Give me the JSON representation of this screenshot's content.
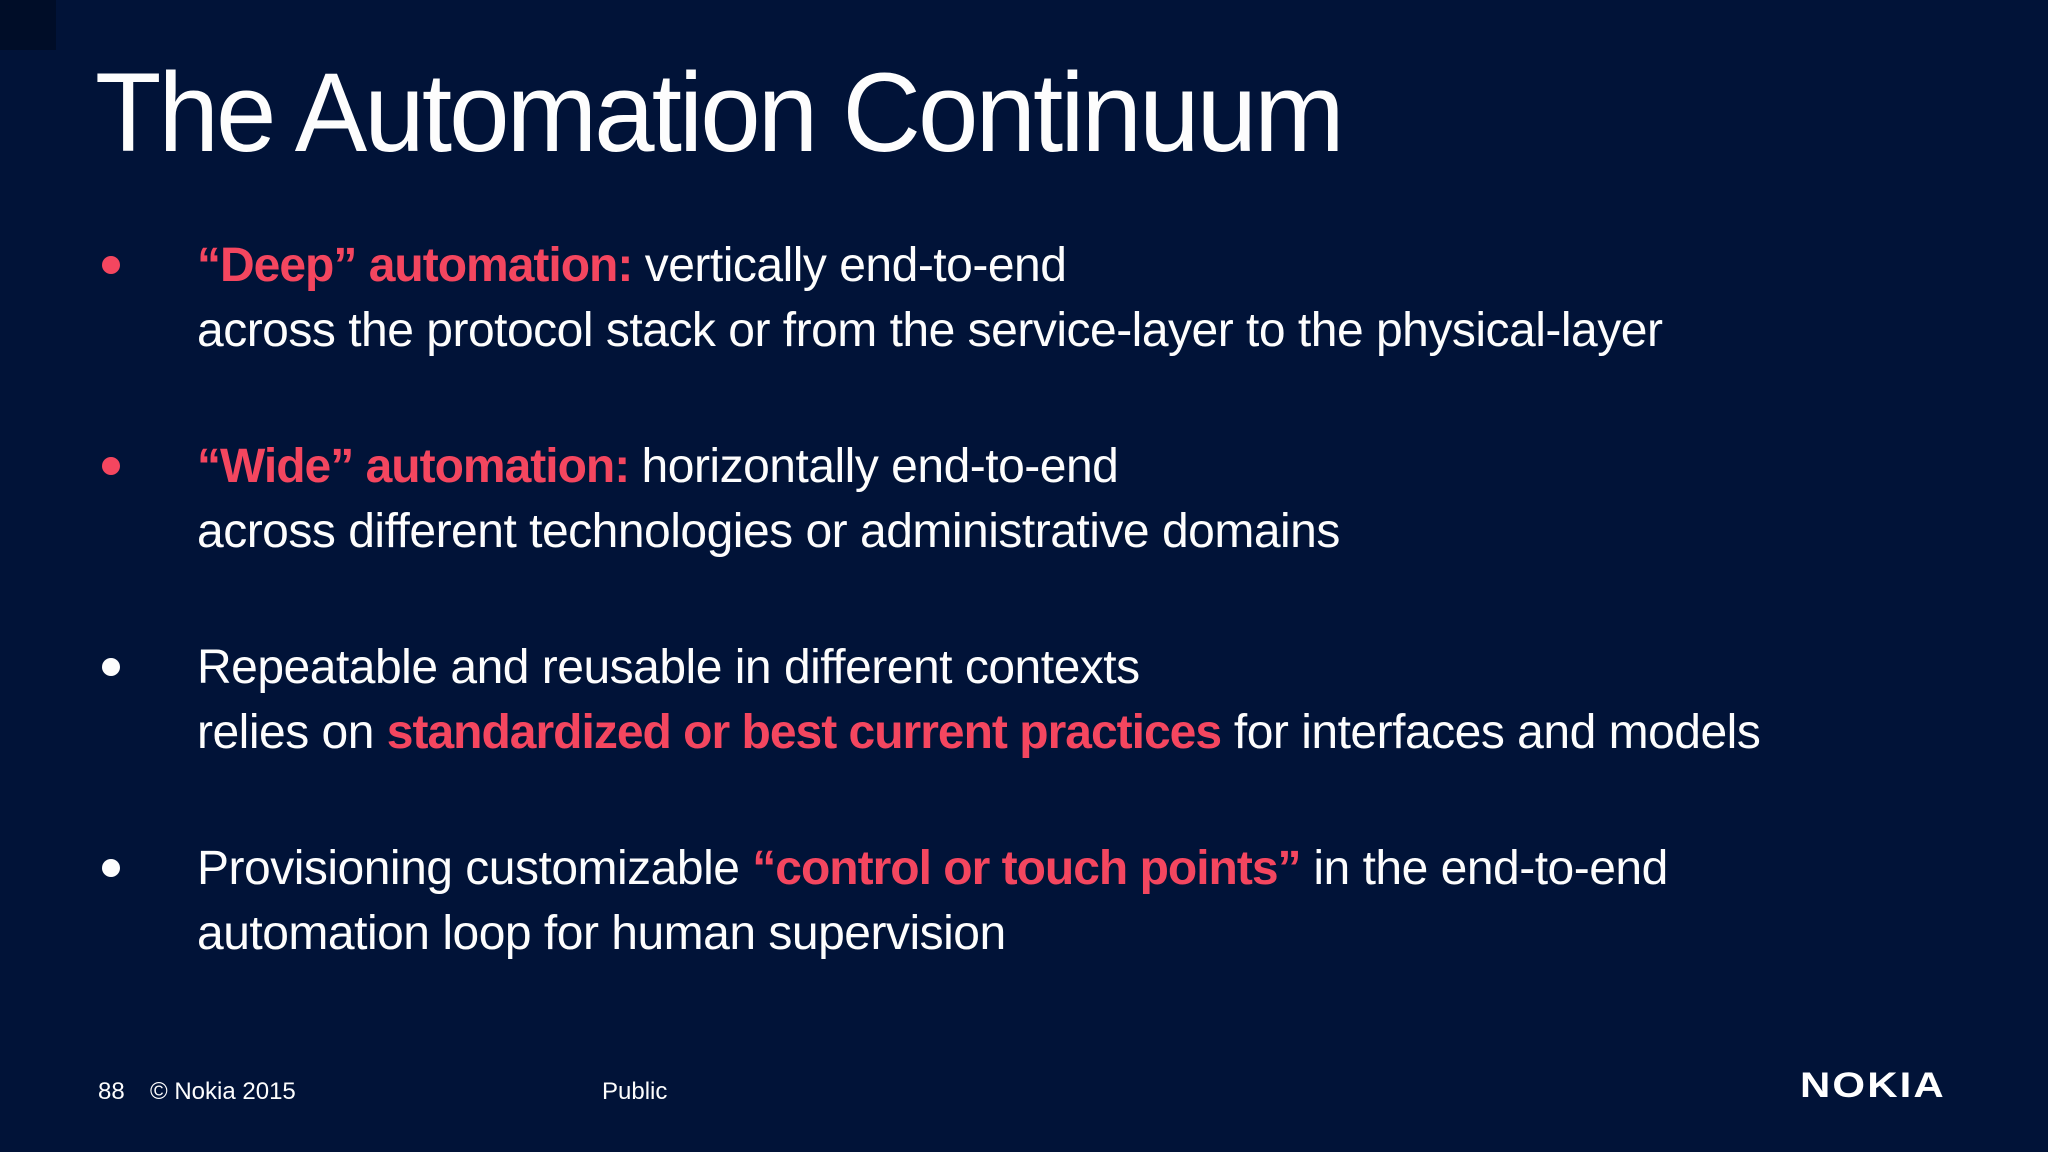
{
  "slide": {
    "title": "The Automation Continuum",
    "colors": {
      "background": "#011338",
      "accent": "#f4465f",
      "text": "#fdfdfd"
    },
    "bullets": [
      {
        "marker": "accent",
        "lines": [
          [
            {
              "text": "“Deep” automation: ",
              "accent": true
            },
            {
              "text": "vertically end-to-end",
              "accent": false
            }
          ],
          [
            {
              "text": "across the protocol stack or from the service-layer to the physical-layer",
              "accent": false
            }
          ]
        ]
      },
      {
        "marker": "accent",
        "lines": [
          [
            {
              "text": "“Wide” automation: ",
              "accent": true
            },
            {
              "text": "horizontally end-to-end",
              "accent": false
            }
          ],
          [
            {
              "text": "across different technologies or administrative domains",
              "accent": false
            }
          ]
        ]
      },
      {
        "marker": "white",
        "lines": [
          [
            {
              "text": "Repeatable and reusable in different contexts",
              "accent": false
            }
          ],
          [
            {
              "text": "relies on ",
              "accent": false
            },
            {
              "text": "standardized or best current practices",
              "accent": true
            },
            {
              "text": " for interfaces and models",
              "accent": false
            }
          ]
        ]
      },
      {
        "marker": "white",
        "lines": [
          [
            {
              "text": "Provisioning customizable ",
              "accent": false
            },
            {
              "text": "“control or touch points”",
              "accent": true
            },
            {
              "text": " in the end-to-end",
              "accent": false
            }
          ],
          [
            {
              "text": "automation loop for human supervision",
              "accent": false
            }
          ]
        ]
      }
    ],
    "footer": {
      "page_number": "88",
      "copyright": "© Nokia 2015",
      "classification": "Public",
      "logo_text": "NOKIA"
    }
  }
}
